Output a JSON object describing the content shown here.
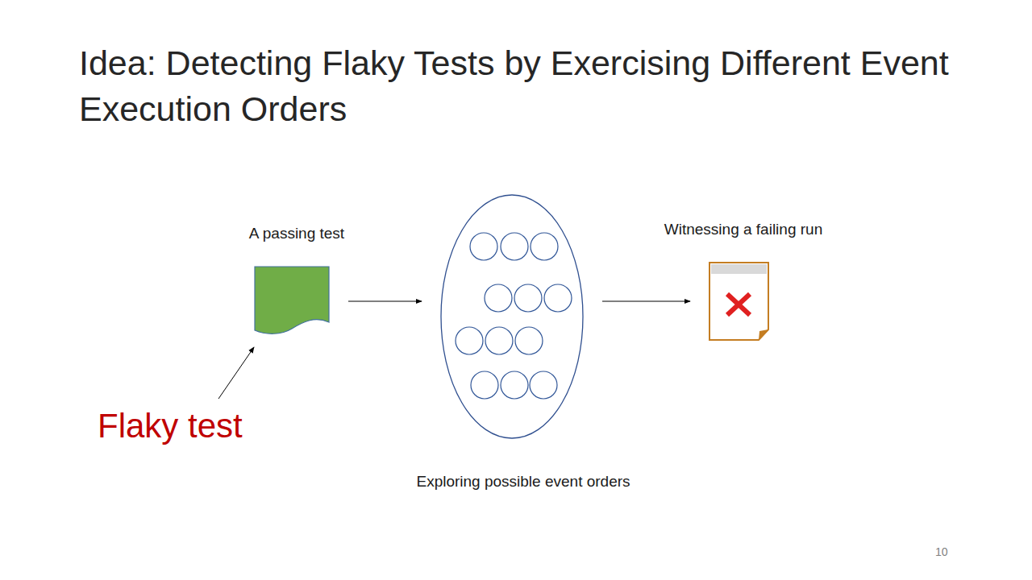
{
  "diagram": {
    "title": "Idea: Detecting Flaky Tests by Exercising Different Event Execution Orders",
    "nodes": [
      {
        "text": [
          "A passing test"
        ]
      },
      {
        "text": [
          "Exploring possible event orders"
        ]
      },
      {
        "text": [
          "Witnessing a failing run"
        ]
      }
    ],
    "edges": [
      {
        "from": 0,
        "to": 1,
        "arrow": "to"
      },
      {
        "from": 1,
        "to": 2,
        "arrow": "to"
      }
    ],
    "labels": [
      "Flaky test",
      "10"
    ]
  }
}
